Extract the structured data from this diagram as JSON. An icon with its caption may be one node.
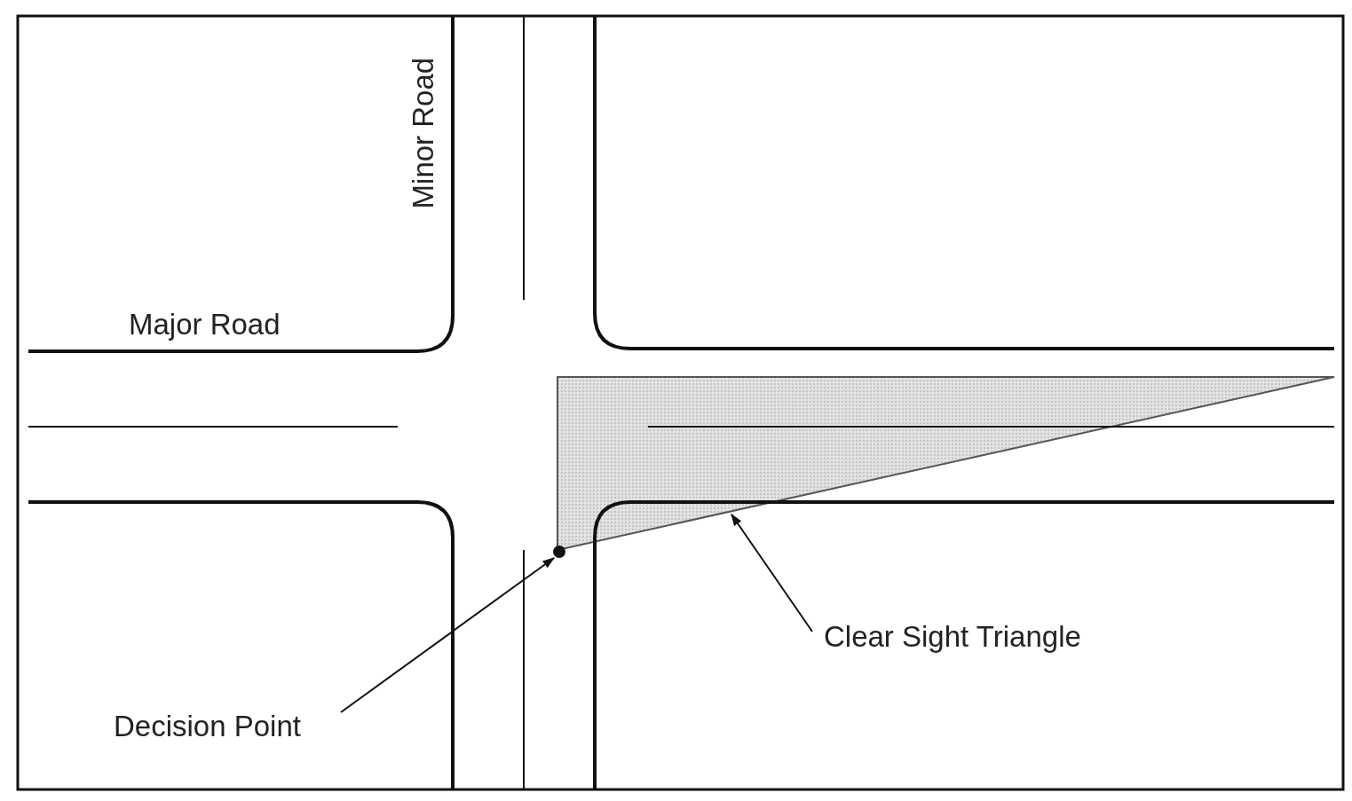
{
  "diagram": {
    "nodes": [
      {
        "text": [],
        "shape": "triangle"
      },
      {
        "text": [],
        "shape": "circle"
      },
      {
        "text": [
          "Clear Sight Triangle"
        ]
      },
      {
        "text": [
          "Decision Point"
        ]
      }
    ],
    "edges": [
      {
        "from": 2,
        "to": 0,
        "arrow": "to"
      },
      {
        "from": 3,
        "to": 1,
        "arrow": "to"
      }
    ],
    "labels": [
      "Minor Road",
      "Major Road"
    ]
  }
}
